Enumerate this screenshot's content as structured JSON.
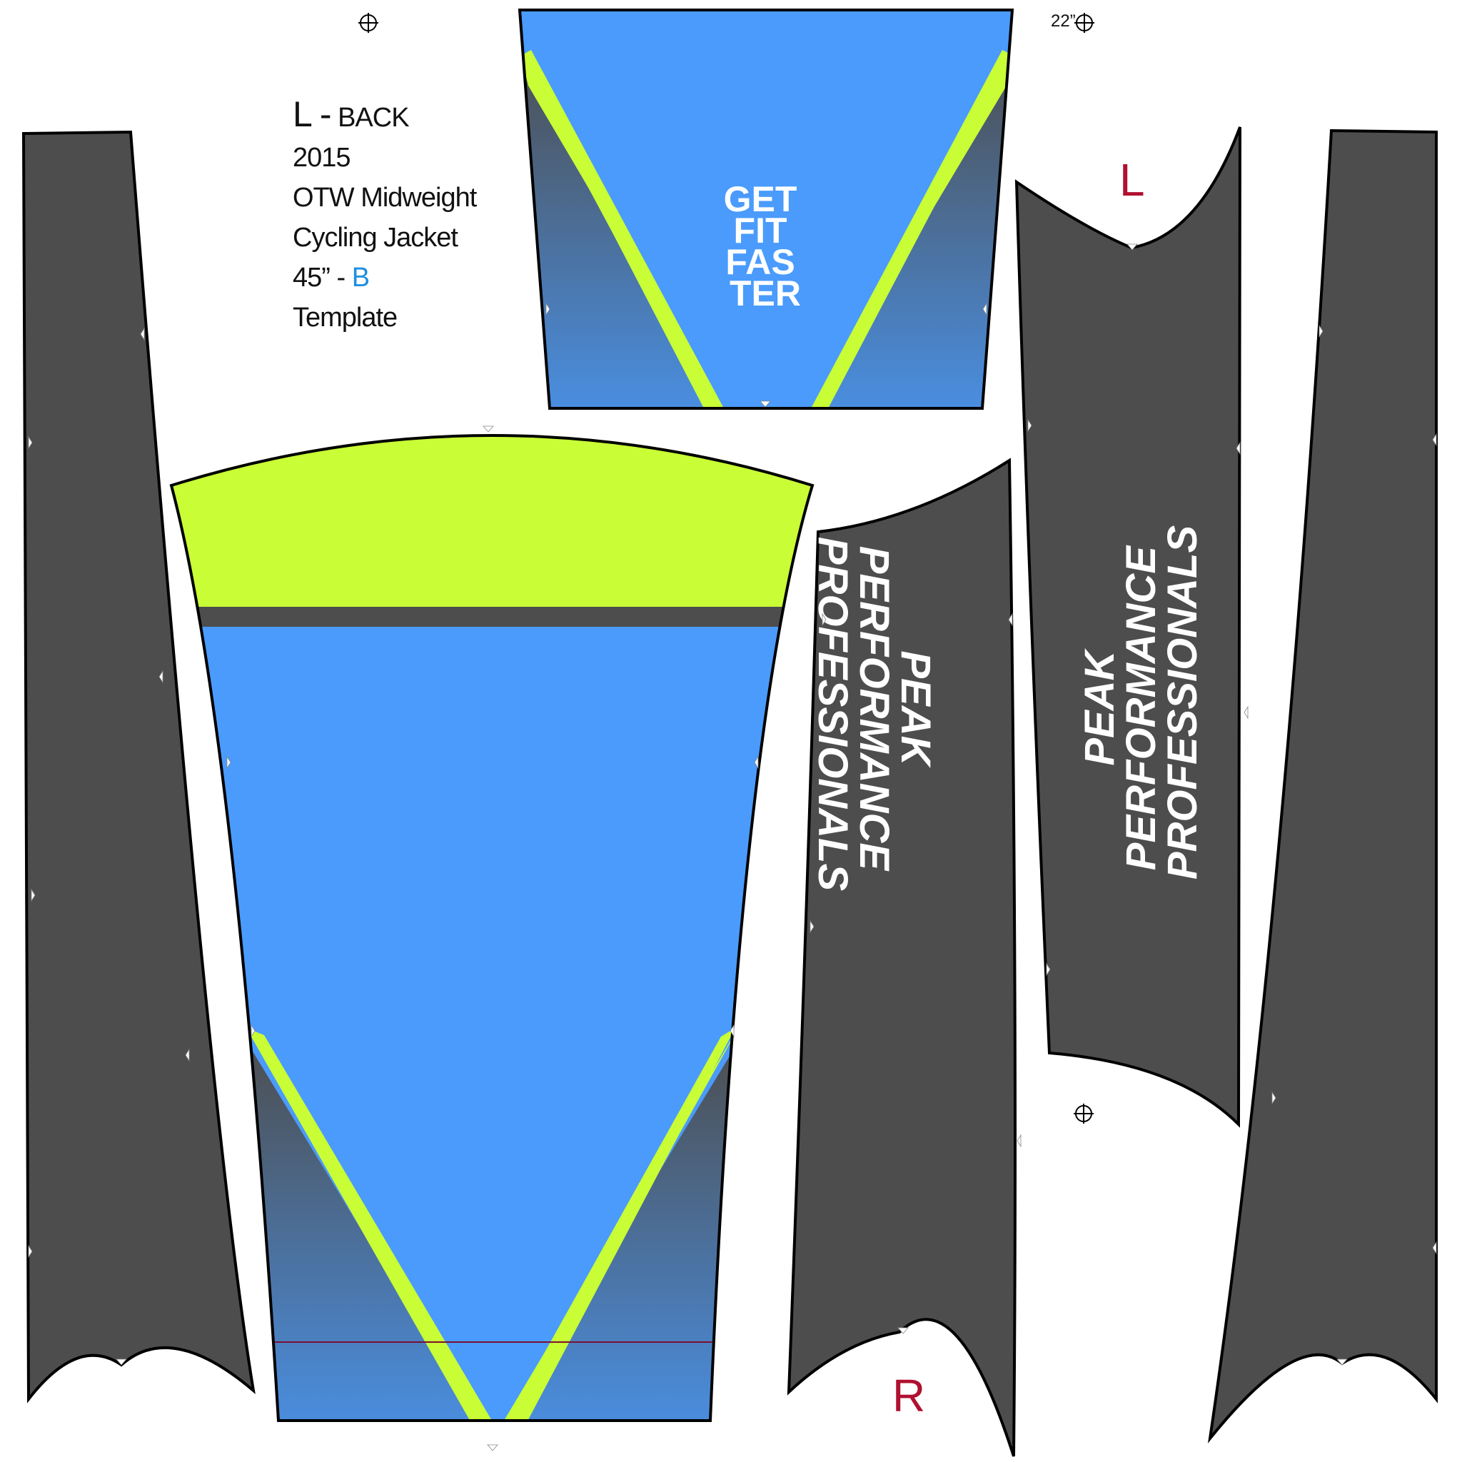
{
  "template_info": {
    "side_prefix": "L -",
    "side_name": "BACK",
    "year": "2015",
    "product_line1": "OTW Midweight",
    "product_line2": "Cycling Jacket",
    "size_prefix": "45” -",
    "size_code": "B",
    "doc_type": "Template"
  },
  "size_marker": "22”",
  "side_letters": {
    "left": "L",
    "right": "R"
  },
  "slogan": {
    "lines": [
      "GET",
      "FIT",
      "FAS",
      "TER"
    ]
  },
  "brand_text": {
    "lines": [
      "PEAK",
      "PERFORMANCE",
      "PROFESSIONALS"
    ]
  },
  "colors": {
    "blue": "#4a9bfc",
    "lime": "#c9fe36",
    "charcoal": "#4d4d4d",
    "outline": "#000000",
    "marker_red": "#b01030"
  },
  "icons": [
    "registration-crosshair-icon",
    "notch-marker-icon"
  ]
}
